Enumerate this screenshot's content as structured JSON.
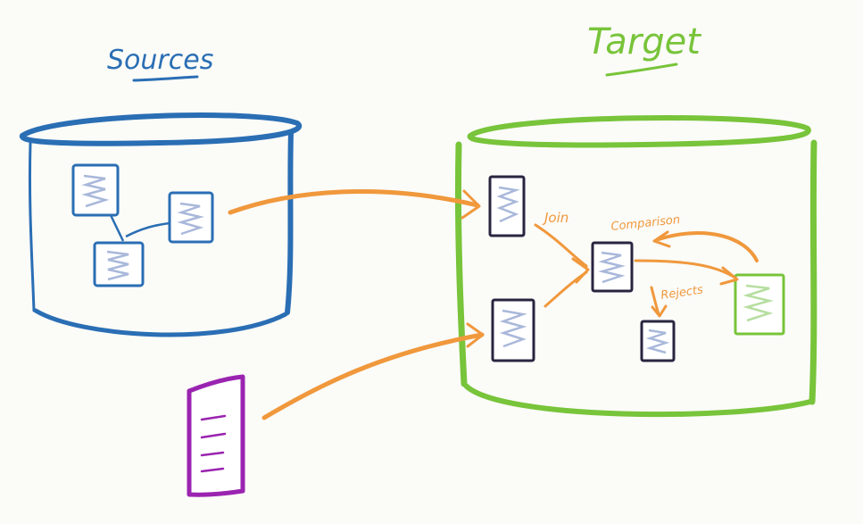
{
  "titles": {
    "sources": "Sources",
    "target": "Target"
  },
  "labels": {
    "join": "Join",
    "comparison": "Comparison",
    "rejects": "Rejects"
  },
  "colors": {
    "sources": "#2a6eb4",
    "target": "#78c43a",
    "flow": "#f0983c",
    "file": "#9a24b0",
    "table": "#2a2440",
    "squiggle": "#a9b8da"
  }
}
